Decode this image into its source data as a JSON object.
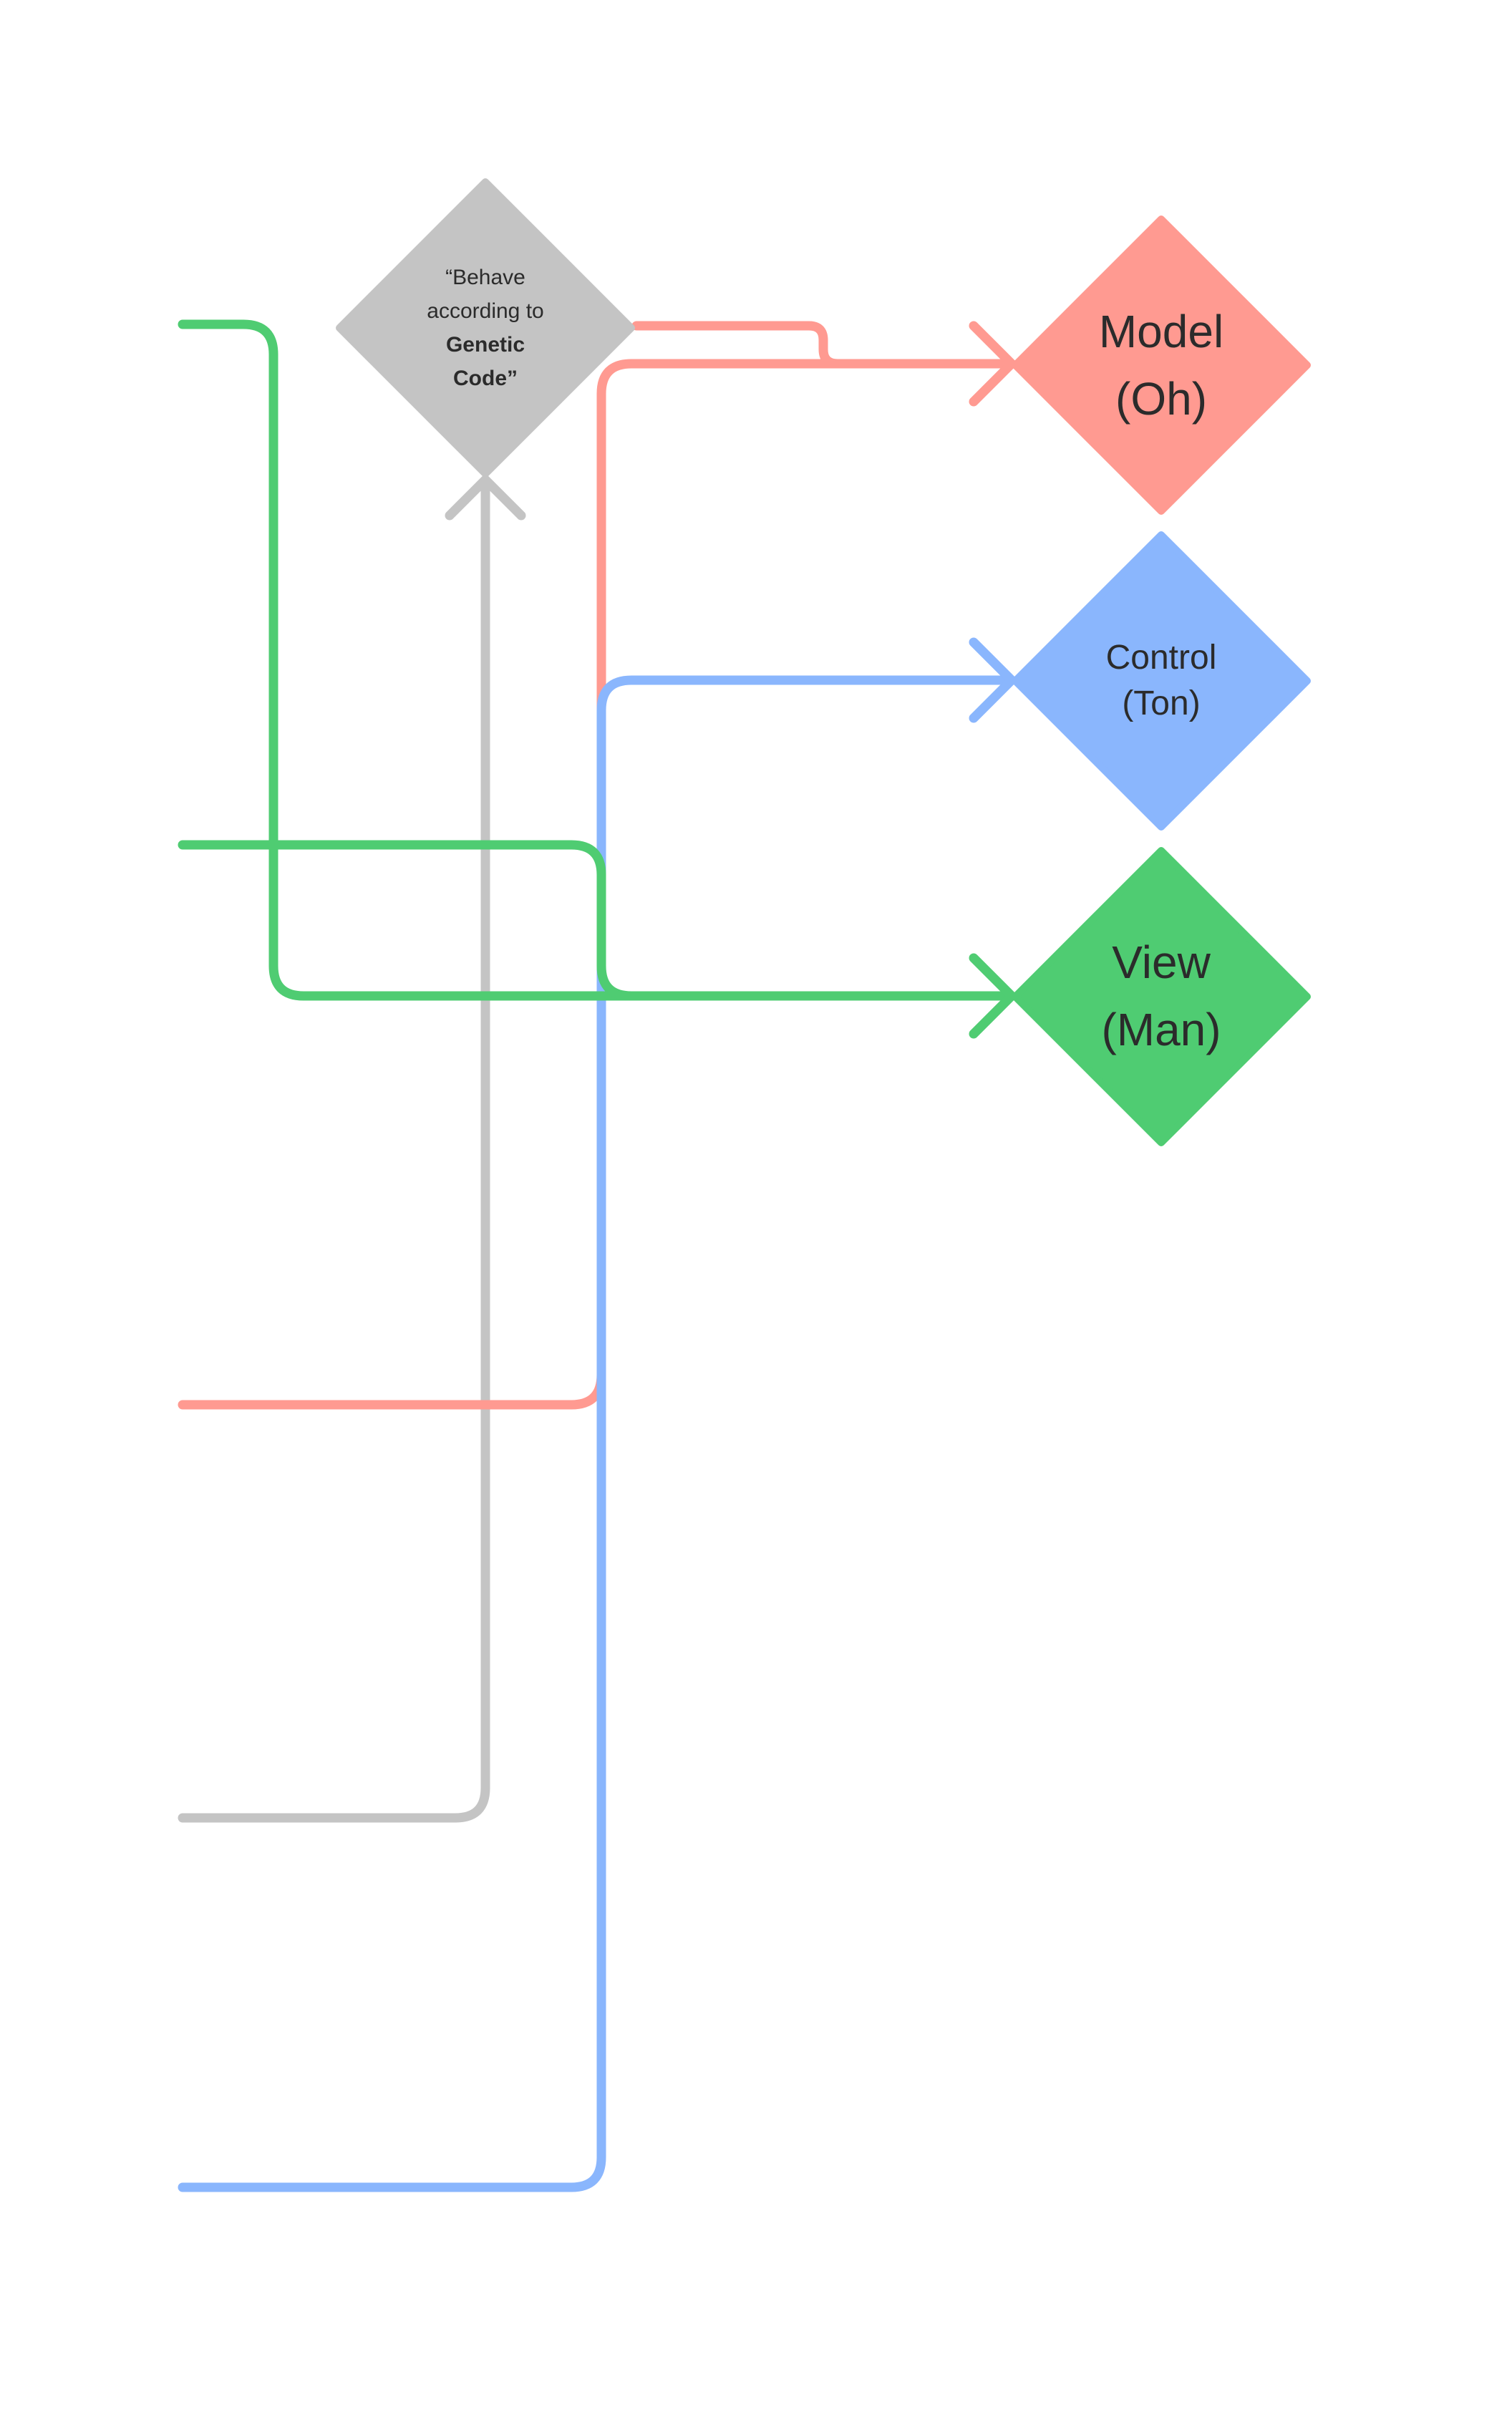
{
  "colors": {
    "gray": "#c4c4c4",
    "red": "#ff9a91",
    "blue": "#8ab6fd",
    "green": "#4fcc72",
    "text": "#2b2b2b"
  },
  "nodes": {
    "genetic_code": {
      "line1": "“Behave",
      "line2": "according to",
      "line3": "Genetic",
      "line4": "Code”"
    },
    "model": {
      "line1": "Model",
      "line2": "(Oh)"
    },
    "control": {
      "line1": "Control",
      "line2": "(Ton)"
    },
    "view": {
      "line1": "View",
      "line2": "(Man)"
    }
  },
  "connectors": [
    {
      "name": "green-connector-top",
      "color": "green",
      "target": "view"
    },
    {
      "name": "green-connector-middle",
      "color": "green",
      "target": "view"
    },
    {
      "name": "red-connector-genetic",
      "color": "red",
      "target": "model"
    },
    {
      "name": "red-connector-input",
      "color": "red",
      "target": "model"
    },
    {
      "name": "gray-connector-input",
      "color": "gray",
      "target": "genetic_code"
    },
    {
      "name": "blue-connector-input",
      "color": "blue",
      "target": "control"
    }
  ]
}
